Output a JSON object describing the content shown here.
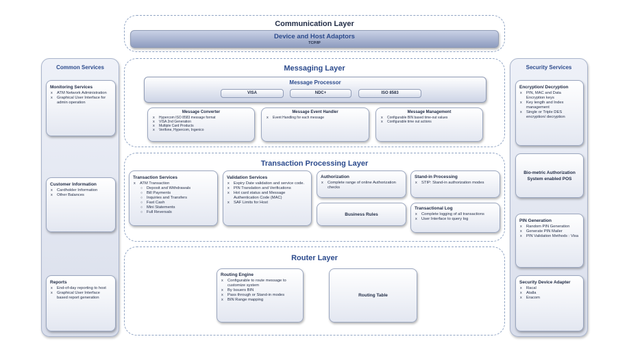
{
  "communication": {
    "title": "Communication Layer",
    "adaptors_title": "Device and Host Adaptors",
    "adaptors_sub": "TCP/IP"
  },
  "common": {
    "title": "Common Services",
    "monitoring": {
      "title": "Monitoring Services",
      "items": [
        "ATM Network Administration",
        "Graphical User Interface for admin operation"
      ]
    },
    "customer": {
      "title": "Customer Information",
      "items": [
        "Cardholder Information",
        "Other Balances"
      ]
    },
    "reports": {
      "title": "Reports",
      "items": [
        "End-of-day reporting to host",
        "Graphical User Interface based report generation"
      ]
    }
  },
  "messaging": {
    "title": "Messaging Layer",
    "processor_title": "Message Processor",
    "protocols": [
      "VISA",
      "NDC+",
      "ISO 8583"
    ],
    "converter": {
      "title": "Message Converter",
      "items": [
        "Hypercom ISO 8583 message format",
        "VISA 2nd Generation",
        "Multiple Card Products",
        "Verifone, Hypercom, Ingenico"
      ]
    },
    "event_handler": {
      "title": "Message Event Handler",
      "items": [
        "Event Handling for each message"
      ]
    },
    "management": {
      "title": "Message Management",
      "items": [
        "Configurable BIN based time-out values",
        "Configurable time out actions"
      ]
    }
  },
  "transaction": {
    "title": "Transaction Processing Layer",
    "services": {
      "title": "Transaction Services",
      "lead": "ATM Transaction",
      "sub": [
        "Deposit and Withdrawals",
        "Bill Payments",
        "Inquiries and Transfers",
        "Fast Cash",
        "Mini Statements",
        "Full Reversals"
      ]
    },
    "validation": {
      "title": "Validation Services",
      "items": [
        "Expiry Date validation and service code.",
        "PIN Translation and Verifications",
        "Hot card status and Message Authentication Code (MAC)",
        "SAF Limits for Host"
      ]
    },
    "authorization": {
      "title": "Authorization",
      "items": [
        "Complete range of online Authorization checks"
      ]
    },
    "business_rules": "Business Rules",
    "standin": {
      "title": "Stand-in Processing",
      "items": [
        "STIP: Stand-in authorization modes"
      ]
    },
    "log": {
      "title": "Transactional Log",
      "items": [
        "Complete logging of all transactions",
        "User Interface to query log"
      ]
    }
  },
  "router": {
    "title": "Router Layer",
    "engine": {
      "title": "Routing Engine",
      "items": [
        "Configurable to route message to customize system",
        "By Issuers BIN",
        "Pass through or Stand-in modes",
        "BIN Range mapping"
      ]
    },
    "table": "Routing Table"
  },
  "security": {
    "title": "Security Services",
    "encryption": {
      "title": "Encryption/ Decryption",
      "items": [
        "PIN, MAC and Data Encryption keys",
        "Key length and Index management",
        "Single or Triple DES encryption/ decryption"
      ]
    },
    "biometric": "Bio-metric Authorization System enabled POS",
    "pin": {
      "title": "PIN Generation",
      "items": [
        "Random PIN Generation",
        "Generate PIN Mailer",
        "PIN Validation Methods : Visa"
      ]
    },
    "device": {
      "title": "Security Device Adapter",
      "items": [
        "Racal",
        "Atalla",
        "Eracom"
      ]
    }
  }
}
